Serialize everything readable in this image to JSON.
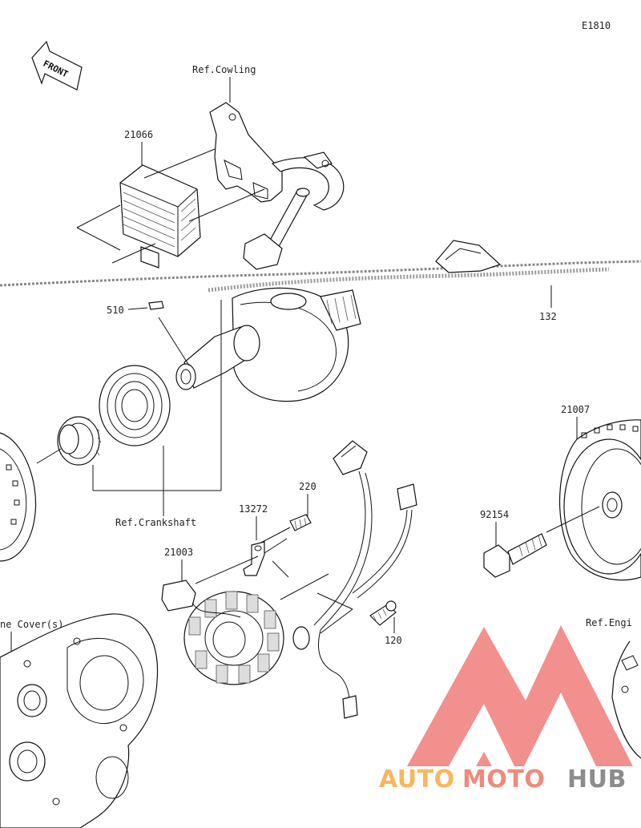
{
  "diagram": {
    "code": "E1810",
    "front_label": "FRONT",
    "labels": {
      "ref_cowling": "Ref.Cowling",
      "p21066": "21066",
      "p510": "510",
      "p132": "132",
      "p21007": "21007",
      "p220": "220",
      "p13272": "13272",
      "p21003": "21003",
      "p92154": "92154",
      "p120": "120",
      "ref_crankshaft": "Ref.Crankshaft",
      "ref_engine_cover": "ne Cover(s)",
      "ref_engine": "Ref.Engi"
    }
  },
  "watermark": {
    "part1": "AUTO",
    "part2": "MOTO",
    "part3": "HUB",
    "colors": {
      "logo": "#f07d7a",
      "auto": "#f7b75f",
      "moto": "#ef8a7b",
      "hub": "#8c8c8c"
    }
  }
}
